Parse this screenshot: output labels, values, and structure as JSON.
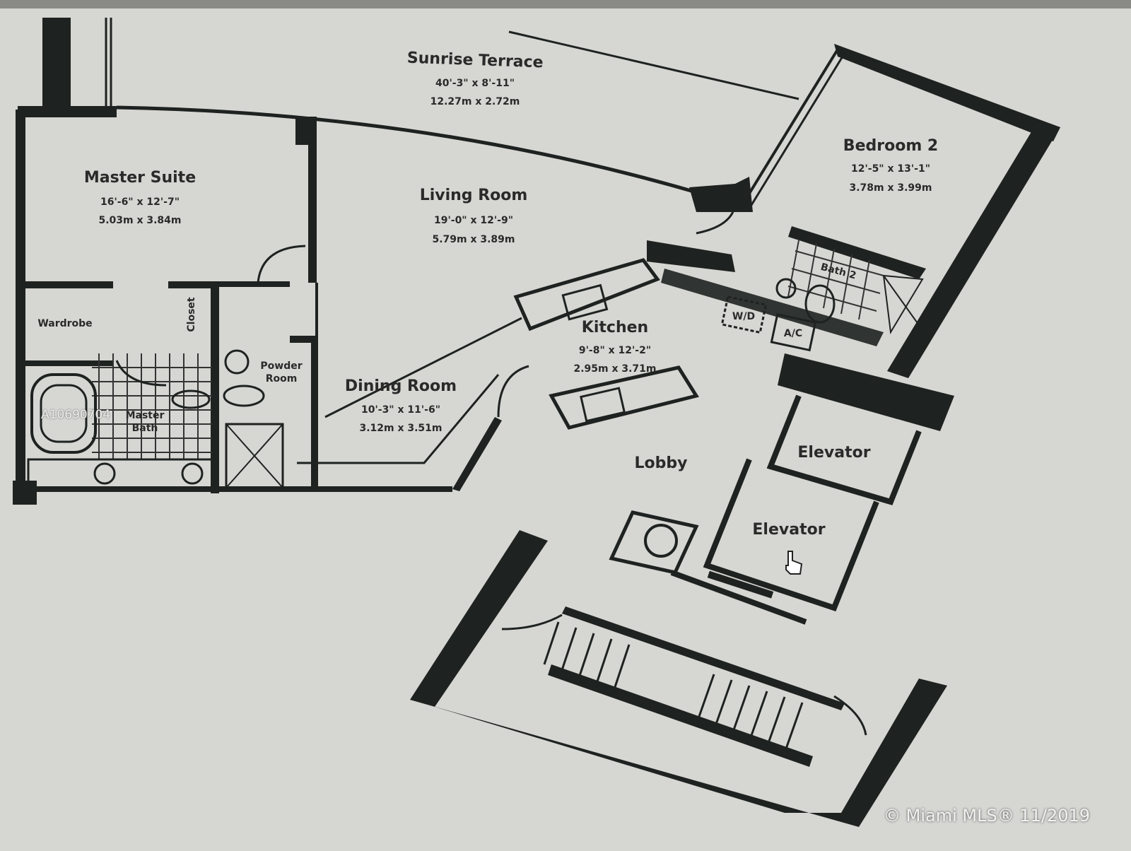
{
  "terrace": {
    "name": "Sunrise Terrace",
    "dim_ft": "40'-3\" x 8'-11\"",
    "dim_m": "12.27m x 2.72m"
  },
  "rooms": {
    "master_suite": {
      "name": "Master Suite",
      "dim_ft": "16'-6\" x 12'-7\"",
      "dim_m": "5.03m x 3.84m"
    },
    "living_room": {
      "name": "Living Room",
      "dim_ft": "19'-0\" x 12'-9\"",
      "dim_m": "5.79m x 3.89m"
    },
    "bedroom_2": {
      "name": "Bedroom 2",
      "dim_ft": "12'-5\" x 13'-1\"",
      "dim_m": "3.78m x 3.99m"
    },
    "kitchen": {
      "name": "Kitchen",
      "dim_ft": "9'-8\" x 12'-2\"",
      "dim_m": "2.95m x 3.71m"
    },
    "dining_room": {
      "name": "Dining Room",
      "dim_ft": "10'-3\" x 11'-6\"",
      "dim_m": "3.12m x 3.51m"
    }
  },
  "small_labels": {
    "wardrobe": "Wardrobe",
    "closet": "Closet",
    "powder_room_1": "Powder",
    "powder_room_2": "Room",
    "master_bath_1": "Master",
    "master_bath_2": "Bath",
    "bath_2": "Bath 2",
    "wd": "W/D",
    "ac": "A/C",
    "lobby": "Lobby",
    "elevator_1": "Elevator",
    "elevator_2": "Elevator"
  },
  "watermark": {
    "listing_id": "A10690704",
    "copyright": "© Miami MLS® 11/2019"
  }
}
